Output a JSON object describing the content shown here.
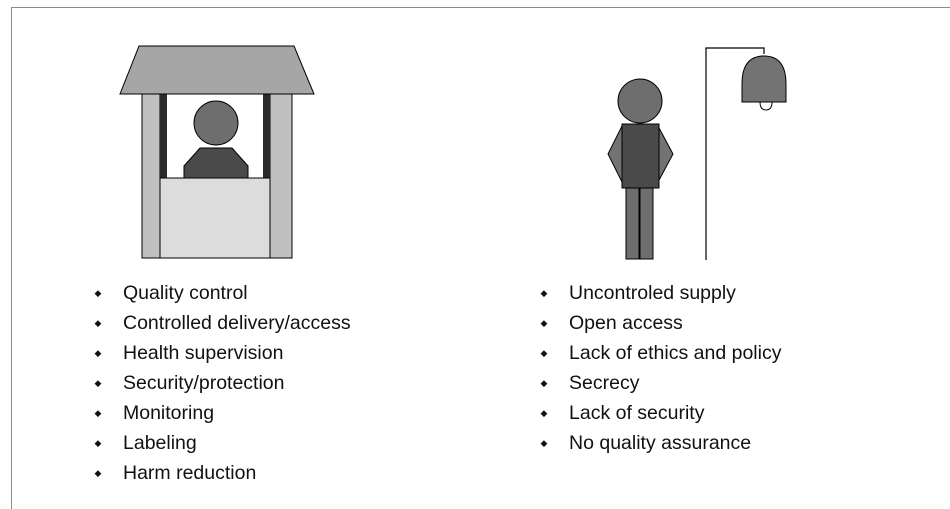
{
  "colors": {
    "roof": "#a6a6a6",
    "booth_post": "#c0c0c0",
    "booth_dark": "#2b2b2b",
    "counter": "#dcdcdc",
    "head": "#6e6e6e",
    "body": "#4a4a4a",
    "legs": "#6e6e6e",
    "bell": "#737373",
    "line": "#000000"
  },
  "left_panel": {
    "icon": "kiosk-vendor-icon",
    "items": [
      "Quality control",
      "Controlled delivery/access",
      "Health supervision",
      "Security/protection",
      "Monitoring",
      "Labeling",
      "Harm reduction"
    ]
  },
  "right_panel": {
    "icon": "street-dealer-with-lamp-icon",
    "items": [
      "Uncontroled supply",
      "Open access",
      "Lack of ethics and policy",
      "Secrecy",
      "Lack of security",
      "No quality assurance"
    ]
  },
  "bullet_glyph": "◆"
}
